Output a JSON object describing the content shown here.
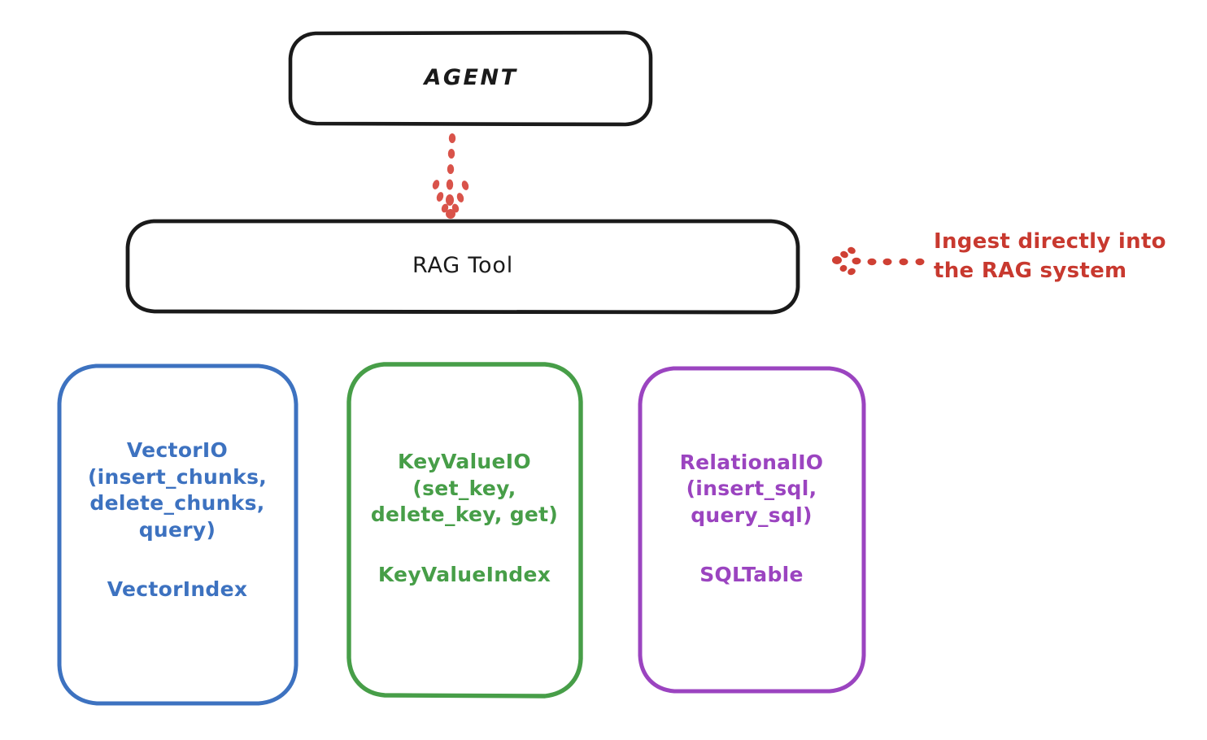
{
  "diagram": {
    "title_node": {
      "label": "AGENT"
    },
    "tool_node": {
      "label": "RAG Tool"
    },
    "providers": [
      {
        "id": "vectorio",
        "api": "VectorIO\n(insert_chunks,\ndelete_chunks,\nquery)",
        "index": "VectorIndex",
        "color": "#3d72c0"
      },
      {
        "id": "keyvalueio",
        "api": "KeyValueIO\n(set_key,\ndelete_key, get)",
        "index": "KeyValueIndex",
        "color": "#479e48"
      },
      {
        "id": "relationalio",
        "api": "RelationalIO\n(insert_sql,\nquery_sql)",
        "index": "SQLTable",
        "color": "#9b44c0"
      }
    ],
    "annotation": {
      "text": "Ingest directly into\nthe RAG system",
      "color": "#c8392f"
    },
    "connectors": [
      {
        "id": "agent-to-ragtool",
        "style": "dotted-arrow-down",
        "color": "#d9534a"
      },
      {
        "id": "ingest-to-ragtool",
        "style": "dotted-arrow-left",
        "color": "#cf4034"
      }
    ],
    "stroke_colors": {
      "box_default": "#1a1a1a",
      "vector": "#3d72c0",
      "keyvalue": "#479e48",
      "relational": "#9b44c0"
    }
  }
}
